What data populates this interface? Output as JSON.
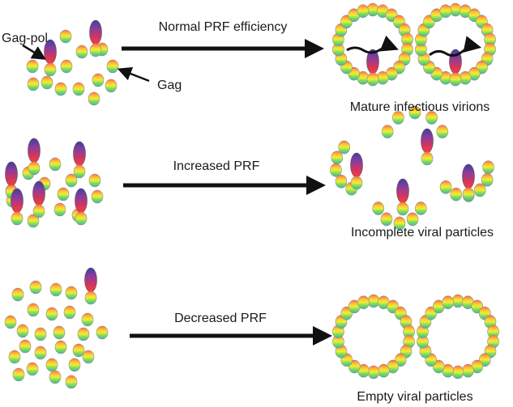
{
  "labels": {
    "gag_pol": "Gag-pol",
    "gag": "Gag"
  },
  "rows": [
    {
      "arrow_label": "Normal PRF efficiency",
      "result_label": "Mature infectious virions"
    },
    {
      "arrow_label": "Increased PRF",
      "result_label": "Incomplete viral particles"
    },
    {
      "arrow_label": "Decreased PRF",
      "result_label": "Empty viral particles"
    }
  ],
  "colors": {
    "sphere_stops": [
      "#ff6a4d",
      "#ffc933",
      "#e8ef3a",
      "#7fdc54",
      "#3fb7b0"
    ],
    "gagpol_stops": [
      "#3f3f9e",
      "#8a3d9c",
      "#d2355f",
      "#ff3c3c"
    ],
    "arrow": "#111111",
    "text": "#1a1a1a"
  }
}
